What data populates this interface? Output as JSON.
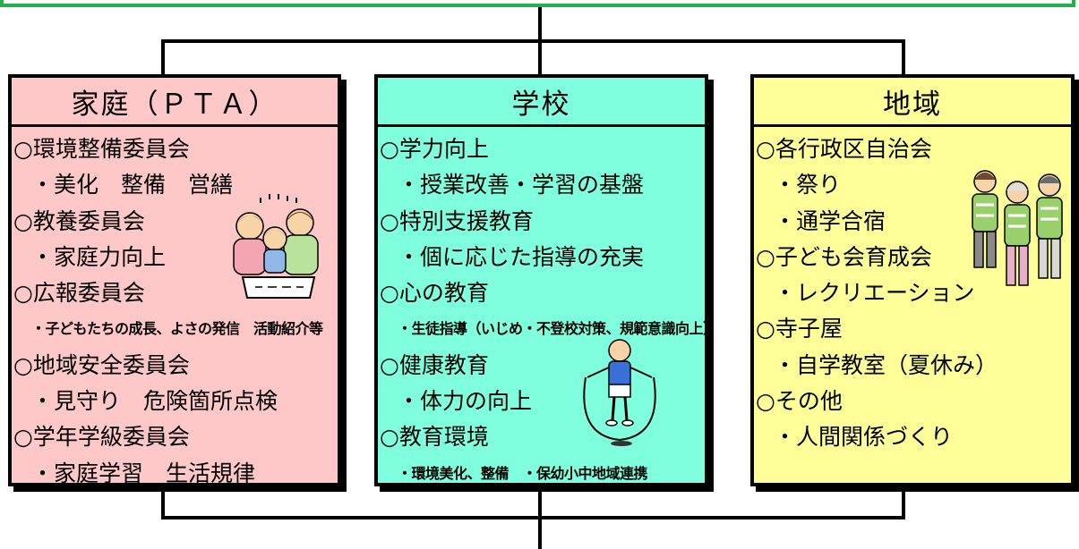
{
  "colors": {
    "banner_border": "#22b14c",
    "katei_bg": "#ffc8c8",
    "gakko_bg": "#80ffdf",
    "chiiki_bg": "#ffff99",
    "line": "#000000"
  },
  "panels": [
    {
      "title": "家庭（ＰＴＡ）",
      "items": [
        {
          "kind": "cat",
          "text": "○環境整備委員会"
        },
        {
          "kind": "sub",
          "text": "・美化　整備　営繕"
        },
        {
          "kind": "cat",
          "text": "○教養委員会"
        },
        {
          "kind": "sub",
          "text": "・家庭力向上"
        },
        {
          "kind": "cat",
          "text": "○広報委員会"
        },
        {
          "kind": "small",
          "text": "・子どもたちの成長、よさの発信　活動紹介等"
        },
        {
          "kind": "cat",
          "text": "○地域安全委員会"
        },
        {
          "kind": "sub",
          "text": "・見守り　危険箇所点検"
        },
        {
          "kind": "cat",
          "text": "○学年学級委員会"
        },
        {
          "kind": "sub",
          "text": "・家庭学習　生活規律"
        }
      ],
      "illustration": "family-icon"
    },
    {
      "title": "学校",
      "items": [
        {
          "kind": "cat",
          "text": "○学力向上"
        },
        {
          "kind": "sub",
          "text": "・授業改善・学習の基盤"
        },
        {
          "kind": "cat",
          "text": "○特別支援教育"
        },
        {
          "kind": "sub",
          "text": "・個に応じた指導の充実"
        },
        {
          "kind": "cat",
          "text": "○心の教育"
        },
        {
          "kind": "small",
          "text": "・生徒指導（いじめ・不登校対策、規範意識向上）"
        },
        {
          "kind": "cat",
          "text": "○健康教育"
        },
        {
          "kind": "sub",
          "text": "・体力の向上"
        },
        {
          "kind": "cat",
          "text": "○教育環境"
        },
        {
          "kind": "small",
          "text": "・環境美化、整備　・保幼小中地域連携"
        }
      ],
      "illustration": "jump-rope-child-icon"
    },
    {
      "title": "地域",
      "items": [
        {
          "kind": "cat",
          "text": "○各行政区自治会"
        },
        {
          "kind": "sub",
          "text": "・祭り"
        },
        {
          "kind": "sub",
          "text": "・通学合宿"
        },
        {
          "kind": "cat",
          "text": "○子ども会育成会"
        },
        {
          "kind": "sub",
          "text": "・レクリエーション"
        },
        {
          "kind": "cat",
          "text": "○寺子屋"
        },
        {
          "kind": "sub",
          "text": "・自学教室（夏休み）"
        },
        {
          "kind": "cat",
          "text": "○その他"
        },
        {
          "kind": "sub",
          "text": "・人間関係づくり"
        }
      ],
      "illustration": "community-patrol-icon"
    }
  ]
}
